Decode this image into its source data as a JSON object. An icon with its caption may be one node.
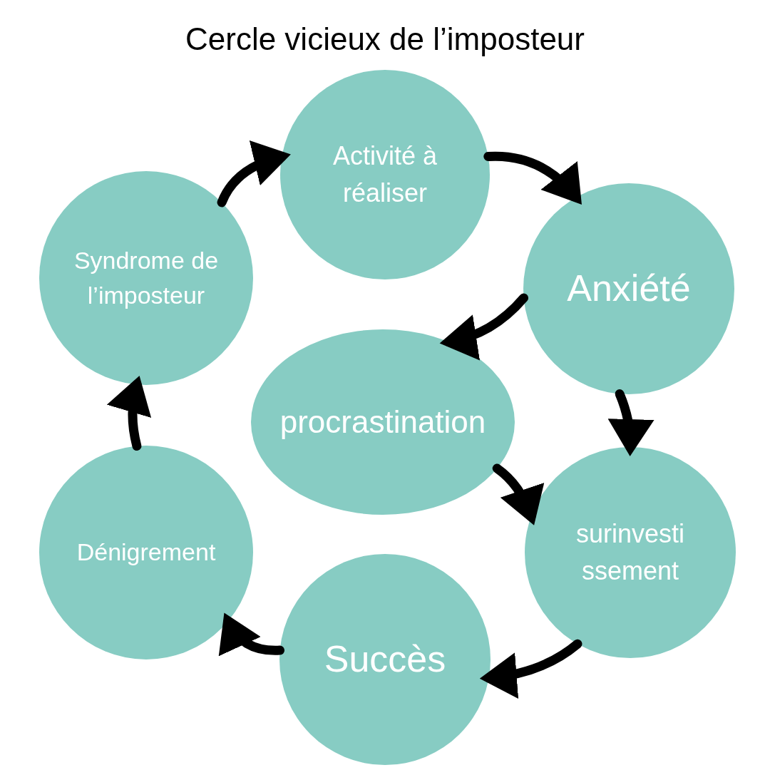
{
  "diagram": {
    "title": "Cercle vicieux de l’imposteur",
    "nodes": [
      {
        "text": [
          "Activité à réaliser"
        ]
      },
      {
        "text": [
          "Anxiété"
        ]
      },
      {
        "text": [
          "procrastination"
        ]
      },
      {
        "text": [
          "surinvesti ssement"
        ]
      },
      {
        "text": [
          "Succès"
        ]
      },
      {
        "text": [
          "Dénigrement"
        ]
      },
      {
        "text": [
          "Syndrome de l’imposteur"
        ]
      }
    ],
    "edges": [
      {
        "from": 6,
        "to": 0,
        "arrow": "to"
      },
      {
        "from": 0,
        "to": 1,
        "arrow": "to"
      },
      {
        "from": 1,
        "to": 2,
        "arrow": "to"
      },
      {
        "from": 1,
        "to": 3,
        "arrow": "to"
      },
      {
        "from": 2,
        "to": 3,
        "arrow": "to"
      },
      {
        "from": 3,
        "to": 4,
        "arrow": "to"
      },
      {
        "from": 4,
        "to": 5,
        "arrow": "to"
      },
      {
        "from": 5,
        "to": 6,
        "arrow": "to"
      }
    ]
  }
}
